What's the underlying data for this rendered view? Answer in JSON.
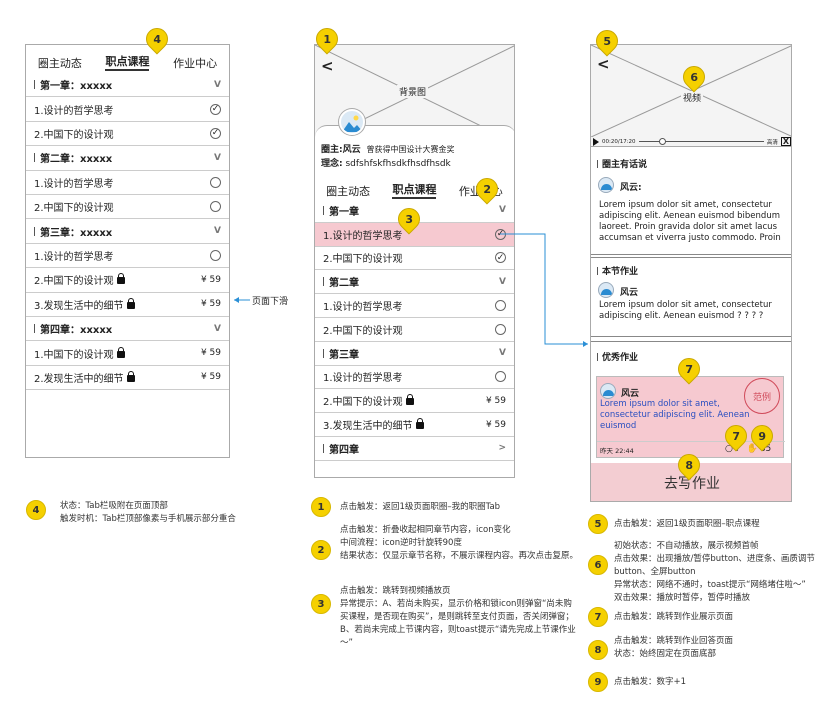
{
  "left": {
    "tabs": [
      "圈主动态",
      "职点课程",
      "作业中心"
    ],
    "rows": [
      {
        "type": "chap",
        "text": "第一章：xxxxx",
        "right": "V"
      },
      {
        "type": "item",
        "text": "1.设计的哲学思考",
        "right": "check"
      },
      {
        "type": "item",
        "text": "2.中国下的设计观",
        "right": "check"
      },
      {
        "type": "chap",
        "text": "第二章：xxxxx",
        "right": "V"
      },
      {
        "type": "item",
        "text": "1.设计的哲学思考",
        "right": "circle"
      },
      {
        "type": "item",
        "text": "2.中国下的设计观",
        "right": "circle"
      },
      {
        "type": "chap",
        "text": "第三章：xxxxx",
        "right": "V"
      },
      {
        "type": "item",
        "text": "1.设计的哲学思考",
        "right": "circle"
      },
      {
        "type": "lock",
        "text": "2.中国下的设计观",
        "right": "¥ 59"
      },
      {
        "type": "lock",
        "text": "3.发现生活中的细节",
        "right": "¥ 59"
      },
      {
        "type": "chap",
        "text": "第四章：xxxxx",
        "right": "V"
      },
      {
        "type": "lock",
        "text": "1.中国下的设计观",
        "right": "¥ 59"
      },
      {
        "type": "lock",
        "text": "2.发现生活中的细节",
        "right": "¥ 59"
      }
    ],
    "arrow_label": "页面下滑"
  },
  "middle": {
    "bg_label": "背景图",
    "owner": "圈主:风云",
    "owner_desc": "曾获得中国设计大赛金奖",
    "idea": "理念:",
    "idea_text": "sdfshfskfhsdkfhsdfhsdk",
    "tabs": [
      "圈主动态",
      "职点课程",
      "作业中心"
    ],
    "rows": [
      {
        "type": "chap",
        "text": "第一章",
        "right": "V"
      },
      {
        "type": "item",
        "text": "1.设计的哲学思考",
        "right": "check",
        "hl": true
      },
      {
        "type": "item",
        "text": "2.中国下的设计观",
        "right": "check"
      },
      {
        "type": "chap",
        "text": "第二章",
        "right": "V"
      },
      {
        "type": "item",
        "text": "1.设计的哲学思考",
        "right": "circle"
      },
      {
        "type": "item",
        "text": "2.中国下的设计观",
        "right": "circle"
      },
      {
        "type": "chap",
        "text": "第三章",
        "right": "V"
      },
      {
        "type": "item",
        "text": "1.设计的哲学思考",
        "right": "circle"
      },
      {
        "type": "lock",
        "text": "2.中国下的设计观",
        "right": "¥ 59"
      },
      {
        "type": "lock",
        "text": "3.发现生活中的细节",
        "right": "¥ 59"
      },
      {
        "type": "chap",
        "text": "第四章",
        "right": ">"
      }
    ]
  },
  "right": {
    "video_label": "视频",
    "time": "00:20/17:20",
    "quality": "高清",
    "s1_title": "圈主有话说",
    "s1_user": "风云:",
    "s1_text": "Lorem ipsum dolor sit amet, consectetur adipiscing elit. Aenean euismod bibendum laoreet. Proin gravida dolor sit amet lacus accumsan et viverra justo commodo. Proin",
    "s2_title": "本节作业",
    "s2_user": "风云",
    "s2_text": "Lorem ipsum dolor sit amet, consectetur adipiscing elit. Aenean euismod ? ? ? ?",
    "s3_title": "优秀作业",
    "s3_user": "风云",
    "s3_text": "Lorem ipsum dolor sit amet, consectetur adipiscing elit. Aenean euismod",
    "stamp": "范例",
    "s3_time": "昨天 22:44",
    "comments": "7",
    "likes": "65",
    "cta": "去写作业"
  },
  "notes": {
    "n4a": "状态：Tab栏吸附在页面顶部",
    "n4b": "触发时机：Tab栏顶部像素与手机展示部分重合",
    "n1": "点击触发：返回1级页面职圈–我的职圈Tab",
    "n2": "点击触发：折叠收起相同章节内容，icon变化\n中间流程：icon逆时针旋转90度\n结果状态：仅显示章节名称，不展示课程内容。再次点击复原。",
    "n3": "点击触发：跳转到视频播放页\n异常提示：A、若尚未购买，显示价格和锁icon则弹窗“尚未购买课程，是否现在购买”，是则跳转至支付页面，否关闭弹窗；B、若尚未完成上节课内容，则toast提示“请先完成上节课作业～”",
    "n5": "点击触发：返回1级页面职圈–职点课程",
    "n6": "初始状态：不自动播放，展示视频首帧\n点击效果：出现播放/暂停button、进度条、画质调节button、全屏button\n异常状态：网络不通时，toast提示“网络堵住啦～”\n双击效果：播放时暂停，暂停时播放",
    "n7": "点击触发：跳转到作业展示页面",
    "n8": "点击触发：跳转到作业回答页面\n状态：始终固定在页面底部",
    "n9": "点击触发：数字+1"
  },
  "badges": [
    "1",
    "2",
    "3",
    "4",
    "5",
    "6",
    "7",
    "8",
    "9"
  ],
  "colors": {
    "highlight": "#f6c9d0",
    "pin": "#f5d000",
    "arrow": "#2a8fd6",
    "cta": "#f3cdd2"
  }
}
